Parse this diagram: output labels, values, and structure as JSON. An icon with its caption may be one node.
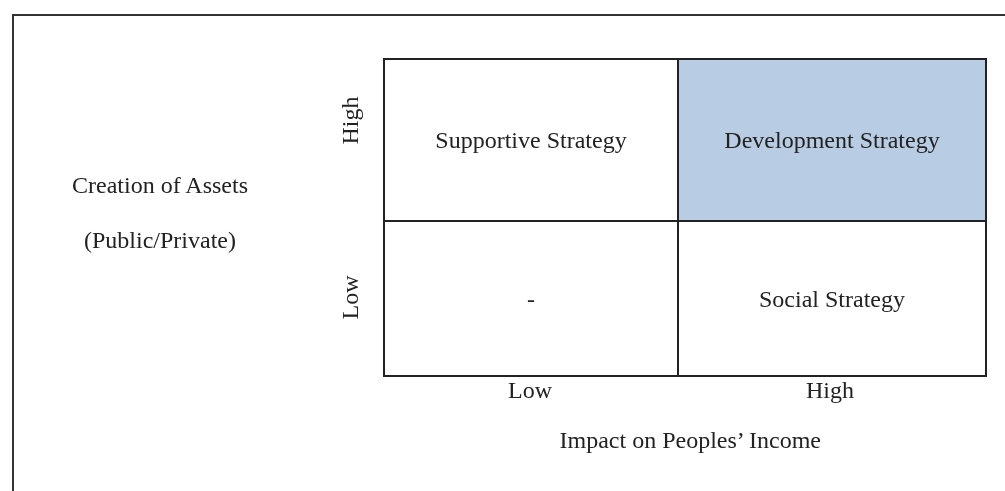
{
  "diagram": {
    "nodes": [
      {
        "text": [
          "Supportive Strategy"
        ]
      },
      {
        "text": [
          "Development Strategy"
        ]
      },
      {
        "text": [
          "-"
        ]
      },
      {
        "text": [
          "Social Strategy"
        ]
      }
    ],
    "labels": [
      "Creation of Assets (Public/Private)",
      "High",
      "Low",
      "Low",
      "High",
      "Impact on Peoples’ Income"
    ]
  }
}
